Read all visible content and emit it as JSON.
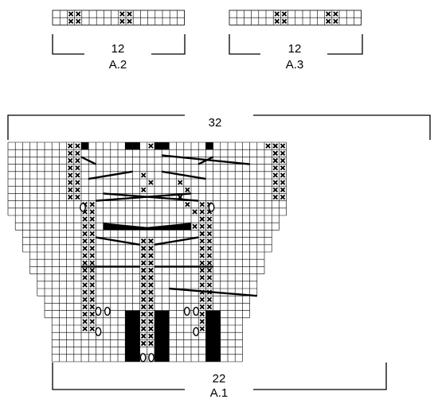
{
  "labels": {
    "a2_count": "12",
    "a2_name": "A.2",
    "a3_count": "12",
    "a3_name": "A.3",
    "a1_width": "32",
    "a1_count": "22",
    "a1_name": "A.1"
  },
  "colors": {
    "line": "#000000",
    "fill": "#000000",
    "background": "#ffffff"
  },
  "legend_symbols": [
    "cross-stitch",
    "filled-square",
    "eyelet-oval",
    "slanted-line",
    "triangle"
  ]
}
